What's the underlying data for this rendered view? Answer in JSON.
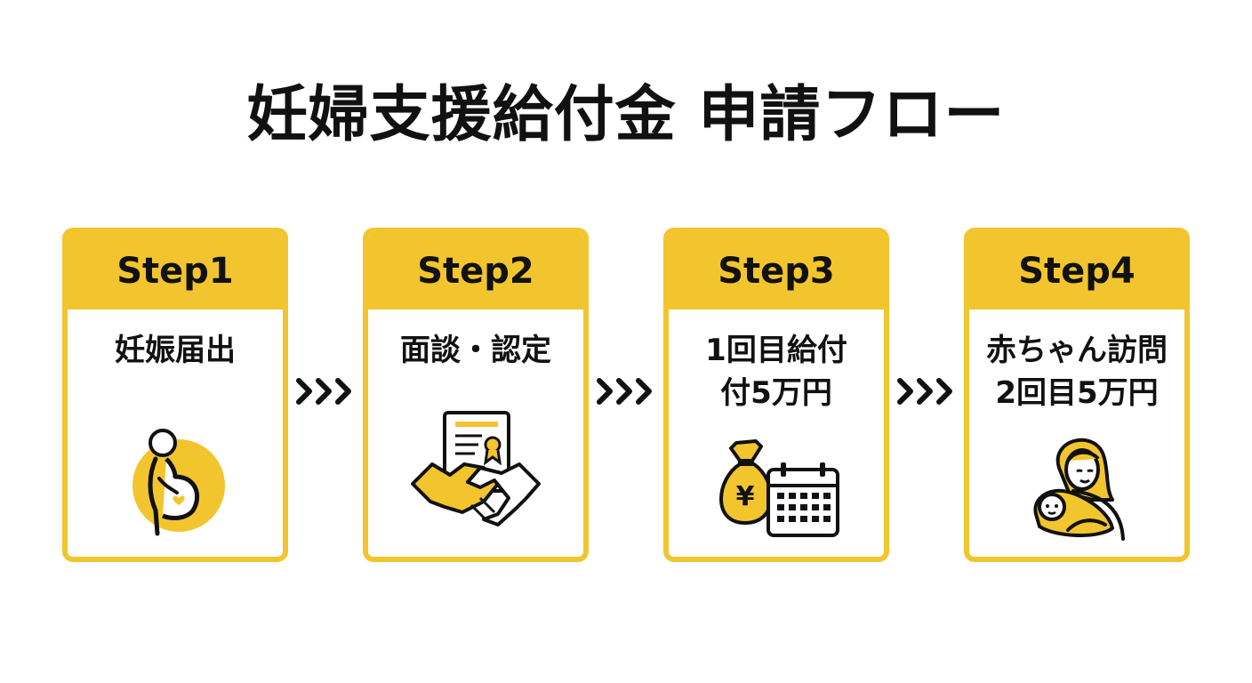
{
  "title": "妊婦支援給付金 申請フロー",
  "colors": {
    "accent": "#f2c52e",
    "text": "#111111",
    "background": "#ffffff"
  },
  "steps": [
    {
      "label": "Step1",
      "text": "妊娠届出",
      "icon": "pregnant-woman-icon"
    },
    {
      "label": "Step2",
      "text": "面談・認定",
      "icon": "handshake-certificate-icon"
    },
    {
      "label": "Step3",
      "text": "1回目給付\n付5万円",
      "icon": "money-bag-calendar-icon"
    },
    {
      "label": "Step4",
      "text": "赤ちゃん訪問\n2回目5万円",
      "icon": "mother-baby-icon"
    }
  ],
  "arrow_icon": "triple-chevron-right-icon"
}
